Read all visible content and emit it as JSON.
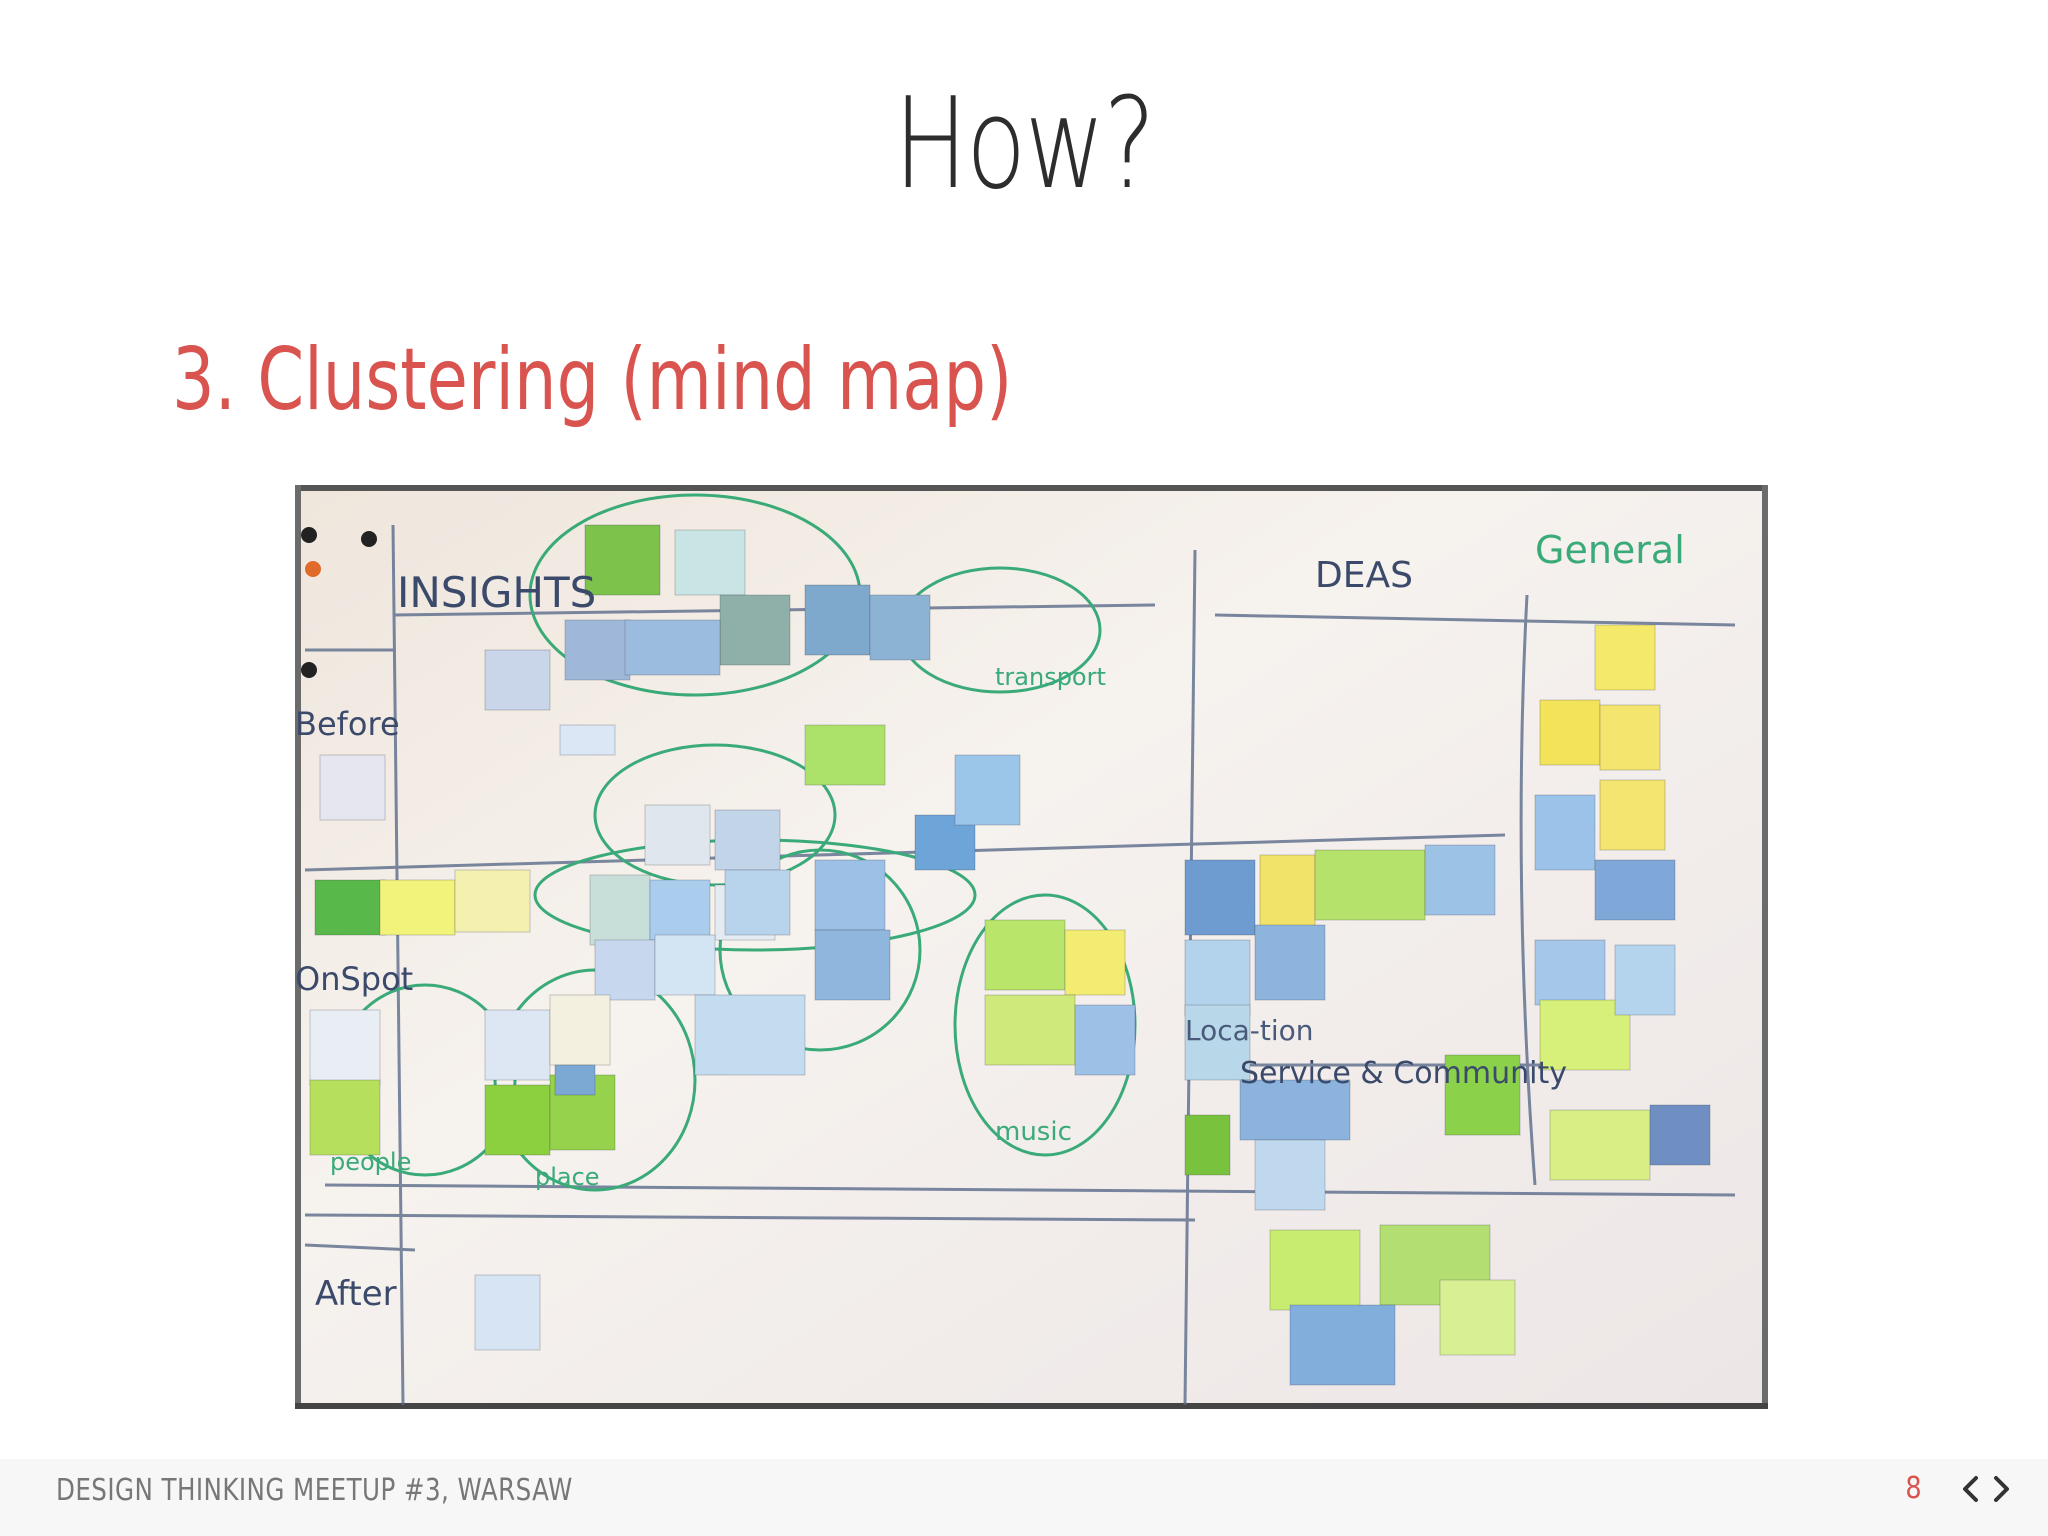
{
  "slide": {
    "title": "How?",
    "subtitle": "3. Clustering (mind map)"
  },
  "board": {
    "labels": {
      "insights": "INSIGHTS",
      "ideas": "DEAS",
      "general": "General",
      "before": "Before",
      "on_spot": "OnSpot",
      "after": "After",
      "service_community": "Service & Community",
      "music": "music",
      "location": "Loca-tion",
      "people": "people",
      "place": "place",
      "transport": "transport"
    }
  },
  "footer": {
    "text": "DESIGN THINKING MEETUP #3, WARSAW",
    "page_number": "8",
    "prev_icon": "chevron-left-icon",
    "next_icon": "chevron-right-icon"
  },
  "colors": {
    "title": "#2d2d2d",
    "subtitle": "#d9534f",
    "footer_text": "#777777",
    "page_number": "#d9534f"
  }
}
